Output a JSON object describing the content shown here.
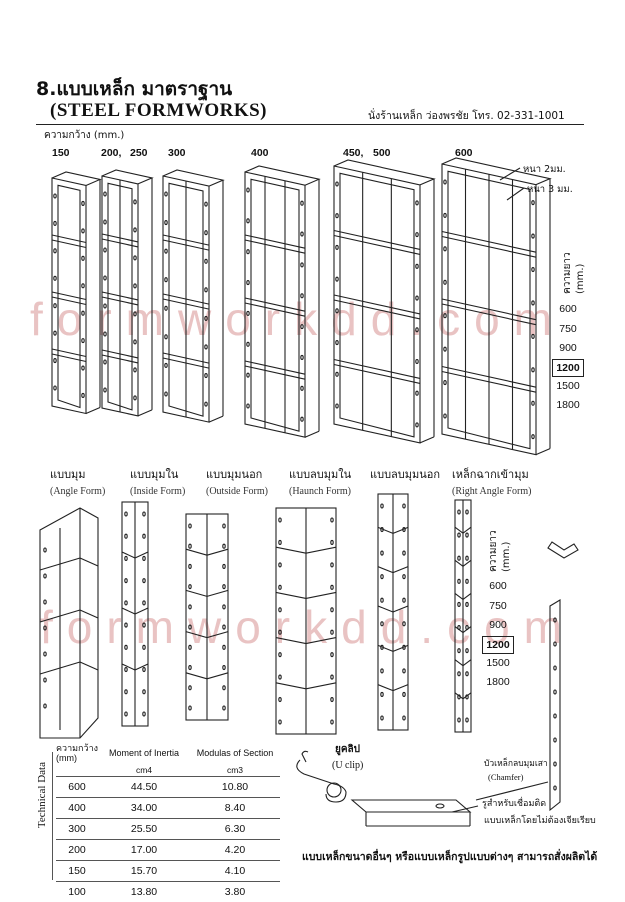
{
  "header": {
    "title_th": "8.แบบเหล็ก มาตราฐาน",
    "title_en": "(STEEL FORMWORKS)",
    "contact": "นั่งร้านเหล็ก ว่องพรชัย โทร. 02-331-1001"
  },
  "panels": {
    "width_label": "ความกว้าง (mm.)",
    "widths": [
      "150",
      "200,",
      "250",
      "300",
      "400",
      "450,",
      "500",
      "600"
    ],
    "thickness_2": "หนา 2มม.",
    "thickness_3": "หนา 3 มม.",
    "length_label": "ความยาว (mm.)",
    "lengths": [
      "600",
      "750",
      "900",
      "1200",
      "1500",
      "1800"
    ]
  },
  "watermark": "formworkdd.com",
  "forms": [
    {
      "th": "แบบมุม",
      "en": "(Angle Form)"
    },
    {
      "th": "แบบมุมใน",
      "en": "(Inside Form)"
    },
    {
      "th": "แบบมุมนอก",
      "en": "(Outside Form)"
    },
    {
      "th": "แบบลบมุมใน",
      "en": "(Haunch Form)"
    },
    {
      "th": "แบบลบมุมนอก",
      "en": ""
    },
    {
      "th": "เหล็กฉากเข้ามุม",
      "en": "(Right Angle Form)"
    }
  ],
  "forms_lengths": {
    "label": "ความยาว (mm.)",
    "values": [
      "600",
      "750",
      "900",
      "1200",
      "1500",
      "1800"
    ]
  },
  "technical": {
    "side_label": "Technical Data",
    "col1": "ความกว้าง",
    "col1_unit": "(mm)",
    "col2": "Moment of Inertia",
    "col2_unit": "cm4",
    "col3": "Modulas of Section",
    "col3_unit": "cm3",
    "rows": [
      [
        "600",
        "44.50",
        "10.80"
      ],
      [
        "400",
        "34.00",
        "8.40"
      ],
      [
        "300",
        "25.50",
        "6.30"
      ],
      [
        "200",
        "17.00",
        "4.20"
      ],
      [
        "150",
        "15.70",
        "4.10"
      ],
      [
        "100",
        "13.80",
        "3.80"
      ]
    ]
  },
  "uclip": {
    "th": "ยูคลิป",
    "en": "(U clip)"
  },
  "chamfer": {
    "th": "บัวเหล็กลบมุมเสา",
    "en": "(Chamfer)"
  },
  "hole_note": {
    "line1": "รูสำหรับเชื่อมติด",
    "line2": "แบบเหล็กโดยไม่ต้องเจียเรียบ"
  },
  "footer": "แบบเหล็กขนาดอื่นๆ หรือแบบเหล็กรูปแบบต่างๆ สามารถสั่งผลิตได้"
}
